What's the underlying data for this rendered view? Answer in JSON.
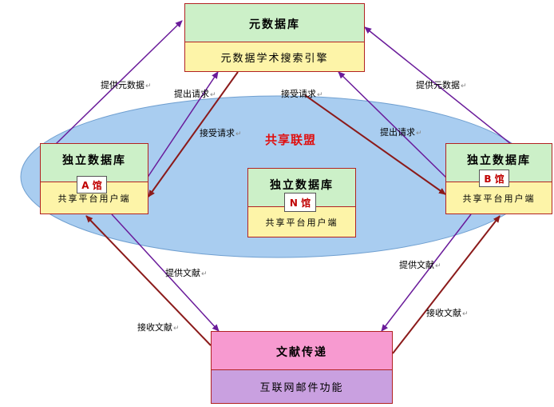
{
  "metadata_db": {
    "title": "元数据库",
    "subtitle": "元数据学术搜索引擎"
  },
  "alliance": {
    "label": "共享联盟"
  },
  "library_a": {
    "title": "独立数据库",
    "tag": "A 馆",
    "subtitle": "共享平台用户端"
  },
  "library_n": {
    "title": "独立数据库",
    "tag": "N 馆",
    "subtitle": "共享平台用户端"
  },
  "library_b": {
    "title": "独立数据库",
    "tag": "B 馆",
    "subtitle": "共享平台用户端"
  },
  "delivery": {
    "title": "文献传递",
    "subtitle": "互联网邮件功能"
  },
  "labels": {
    "provide_metadata_left": "提供元数据",
    "request_left": "提出请求",
    "accept_request_center": "接受请求",
    "accept_request_left": "接受请求",
    "provide_metadata_right": "提供元数据",
    "request_right": "提出请求",
    "provide_doc_left": "提供文献",
    "receive_doc_left": "接收文献",
    "provide_doc_right": "提供文献",
    "receive_doc_right": "接收文献",
    "para_mark": "↵"
  },
  "colors": {
    "ellipse": "#a9cdf0",
    "arrow_purple": "#6a1b9a",
    "arrow_red": "#8b1a1a",
    "delivery_top": "#f79ad0",
    "delivery_bottom": "#c9a0e0"
  }
}
